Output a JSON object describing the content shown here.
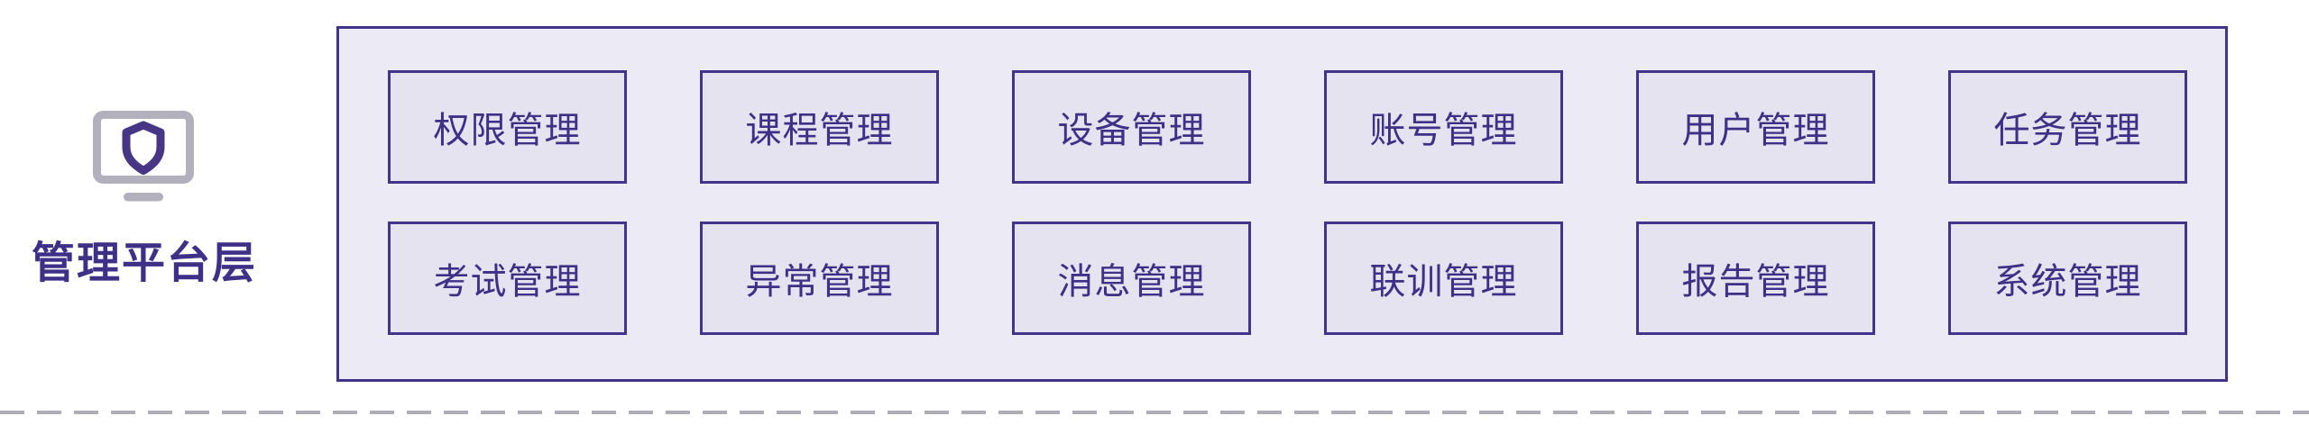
{
  "layer": {
    "title": "管理平台层",
    "icon": "monitor-with-shield"
  },
  "modules": [
    {
      "label": "权限管理"
    },
    {
      "label": "课程管理"
    },
    {
      "label": "设备管理"
    },
    {
      "label": "账号管理"
    },
    {
      "label": "用户管理"
    },
    {
      "label": "任务管理"
    },
    {
      "label": "考试管理"
    },
    {
      "label": "异常管理"
    },
    {
      "label": "消息管理"
    },
    {
      "label": "联训管理"
    },
    {
      "label": "报告管理"
    },
    {
      "label": "系统管理"
    }
  ],
  "colors": {
    "accent_purple": "#43338a",
    "text_purple": "#3e2f87",
    "panel_background": "#ecebf5",
    "box_background": "#e4e3ef",
    "icon_gray": "#b2b0bc",
    "divider_gray": "#aeacb4"
  }
}
